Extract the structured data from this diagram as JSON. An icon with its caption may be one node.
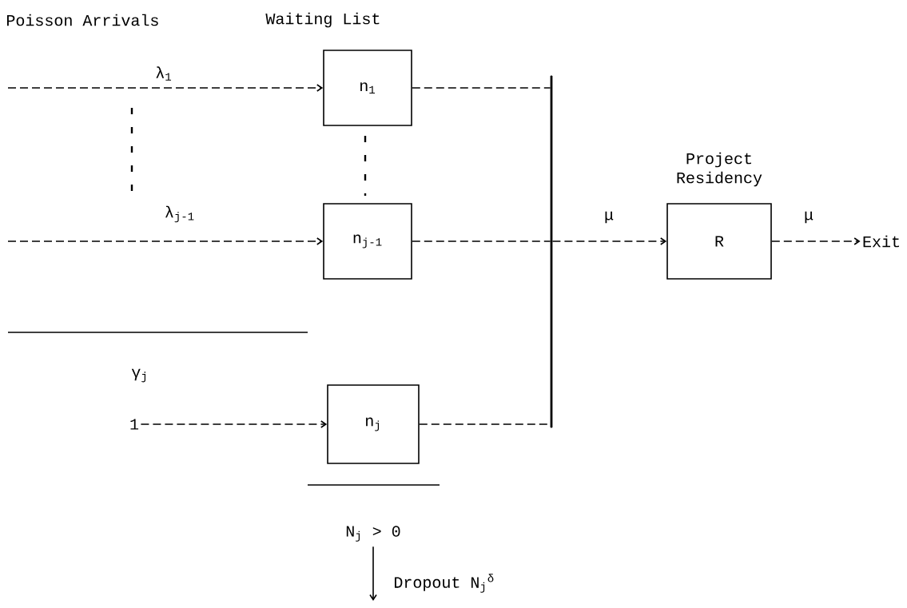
{
  "diagram": {
    "nodes": [
      {
        "text": [
          "n$_{1}$"
        ]
      },
      {
        "text": [
          "n$_{j-1}$"
        ]
      },
      {
        "text": [
          "n$_{j}$"
        ]
      },
      {
        "text": [
          "Project Residency",
          "R"
        ]
      },
      {
        "text": [
          "Exit"
        ]
      },
      {
        "text": [
          "1"
        ]
      },
      {
        "text": [],
        "shape": "bar"
      },
      {
        "text": [
          "N$_{j}$ > 0"
        ]
      }
    ],
    "edges": [
      {
        "from": null,
        "to": 0,
        "arrow": "to",
        "label": "λ$_{1}$",
        "style": "dashed"
      },
      {
        "from": null,
        "to": 1,
        "arrow": "to",
        "label": "λ$_{j-1}$",
        "style": "dashed"
      },
      {
        "from": 5,
        "to": 2,
        "arrow": "to",
        "style": "dashed"
      },
      {
        "from": 0,
        "to": 6,
        "arrow": "none",
        "style": "dashed"
      },
      {
        "from": 1,
        "to": 6,
        "arrow": "none",
        "style": "dashed"
      },
      {
        "from": 2,
        "to": 6,
        "arrow": "none",
        "style": "dashed"
      },
      {
        "from": 6,
        "to": 3,
        "arrow": "to",
        "label": "μ",
        "style": "dashed"
      },
      {
        "from": 3,
        "to": 4,
        "arrow": "to",
        "label": "μ",
        "style": "dashed"
      },
      {
        "from": 7,
        "to": null,
        "arrow": "to",
        "label": "Dropout N$_{j}$$^{δ}$"
      }
    ],
    "labels": [
      "Poisson Arrivals",
      "Waiting List",
      "γ$_{j}$"
    ]
  }
}
